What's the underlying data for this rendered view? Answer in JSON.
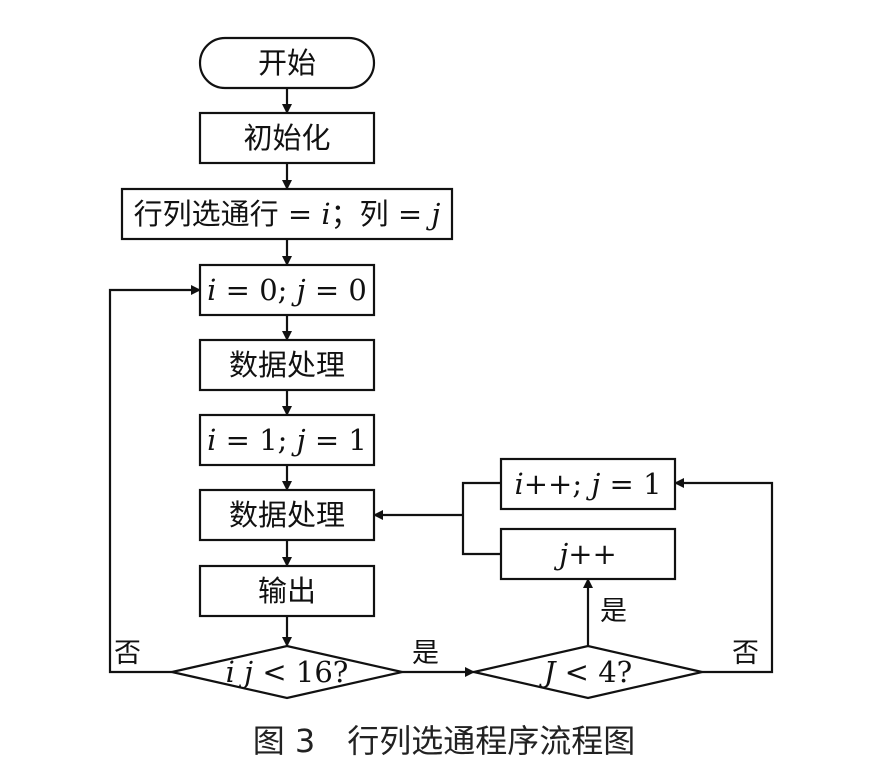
{
  "nodes": {
    "start": "开始",
    "init": "初始化",
    "select_prefix": "行列选通行 = ",
    "select_i": "i",
    "select_mid": "；列 = ",
    "select_j": "j",
    "set00_i": "i",
    "set00_rest": " = 0; ",
    "set00_j": "j",
    "set00_end": " = 0",
    "process1": "数据处理",
    "set11_i": "i",
    "set11_rest": " = 1; ",
    "set11_j": "j",
    "set11_end": " = 1",
    "process2": "数据处理",
    "output": "输出",
    "incr_i_a": "i",
    "incr_i_b": "++; ",
    "incr_i_c": "j",
    "incr_i_d": " = 1",
    "incr_j_a": "j",
    "incr_j_b": "++",
    "dec1_a": "i j",
    "dec1_b": " < 16?",
    "dec2_a": "J",
    "dec2_b": " < 4?"
  },
  "labels": {
    "no_left": "否",
    "yes_mid": "是",
    "yes_up": "是",
    "no_right": "否"
  },
  "caption": "图 3　行列选通程序流程图"
}
